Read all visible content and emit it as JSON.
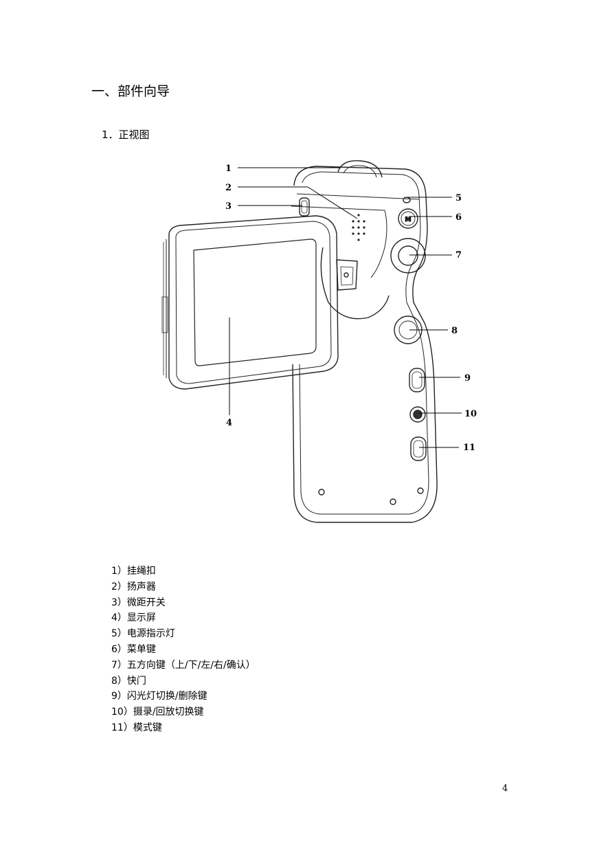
{
  "section": {
    "title": "一、部件向导"
  },
  "subsection": {
    "title": "1．正视图"
  },
  "figure": {
    "callouts": [
      "1",
      "2",
      "3",
      "4",
      "5",
      "6",
      "7",
      "8",
      "9",
      "10",
      "11"
    ],
    "icons": [
      "video-camera-front-view-illustration"
    ]
  },
  "parts": [
    "1）挂绳扣",
    "2）扬声器",
    "3）微距开关",
    "4）显示屏",
    "5）电源指示灯",
    "6）菜单键",
    "7）五方向键（上/下/左/右/确认）",
    "8）快门",
    "9）闪光灯切换/删除键",
    "10）摄录/回放切换键",
    "11）模式键"
  ],
  "footer": {
    "page_number": "4"
  }
}
